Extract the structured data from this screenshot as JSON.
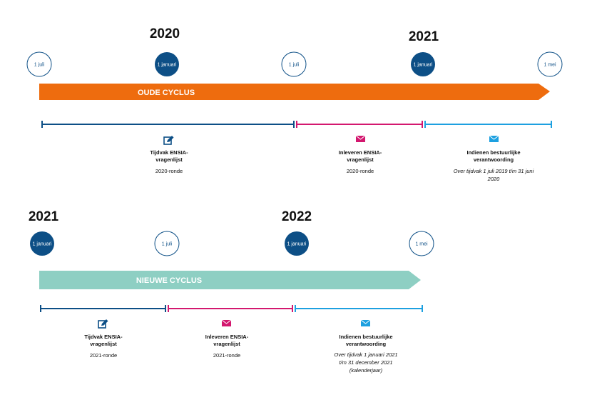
{
  "colors": {
    "dark_blue": "#0d4f86",
    "orange": "#ee6c0e",
    "teal": "#8ecfc3",
    "magenta": "#d3186f",
    "light_blue": "#1da0e0"
  },
  "top": {
    "years": [
      "2020",
      "2021"
    ],
    "nodes": [
      "1 juli",
      "1 januari",
      "1 juli",
      "1 januari",
      "1 mei"
    ],
    "banner": "OUDE CYCLUS",
    "phases": [
      {
        "icon": "pencil-edit-icon",
        "title": [
          "Tijdvak ENSIA-",
          "vragenlijst"
        ],
        "sub": [
          "2020-ronde"
        ]
      },
      {
        "icon": "envelope-icon",
        "title": [
          "Inleveren ENSIA-",
          "vragenlijst"
        ],
        "sub": [
          "2020-ronde"
        ]
      },
      {
        "icon": "envelope-icon",
        "title": [
          "Indienen bestuurlijke",
          "verantwoording"
        ],
        "sub": [
          "Over tijdvak 1 juli 2019 t/m 31 juni",
          "2020"
        ]
      }
    ]
  },
  "bottom": {
    "years": [
      "2021",
      "2022"
    ],
    "nodes": [
      "1 januari",
      "1 juli",
      "1 januari",
      "1 mei"
    ],
    "banner": "NIEUWE CYCLUS",
    "phases": [
      {
        "icon": "pencil-edit-icon",
        "title": [
          "Tijdvak ENSIA-",
          "vragenlijst"
        ],
        "sub": [
          "2021-ronde"
        ]
      },
      {
        "icon": "envelope-icon",
        "title": [
          "Inleveren ENSIA-",
          "vragenlijst"
        ],
        "sub": [
          "2021-ronde"
        ]
      },
      {
        "icon": "envelope-icon",
        "title": [
          "Indienen bestuurlijke",
          "verantwoording"
        ],
        "sub": [
          "Over tijdvak 1 januari 2021",
          "t/m 31 december 2021",
          "(kalenderjaar)"
        ]
      }
    ]
  }
}
